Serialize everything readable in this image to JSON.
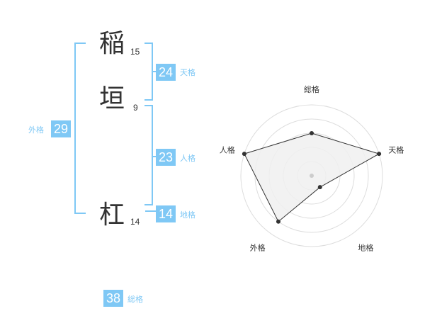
{
  "name": {
    "chars": [
      {
        "char": "稲",
        "strokes": "15"
      },
      {
        "char": "垣",
        "strokes": "9"
      },
      {
        "char": "杠",
        "strokes": "14"
      }
    ]
  },
  "kaku": {
    "tenkaku": {
      "value": "24",
      "label": "天格"
    },
    "jinkaku": {
      "value": "23",
      "label": "人格"
    },
    "chikaku": {
      "value": "14",
      "label": "地格"
    },
    "gaikaku": {
      "value": "29",
      "label": "外格"
    },
    "soukaku": {
      "value": "38",
      "label": "総格"
    }
  },
  "chart_data": {
    "type": "radar",
    "axes": [
      "総格",
      "天格",
      "地格",
      "外格",
      "人格"
    ],
    "values": [
      3,
      5,
      1,
      4,
      5
    ],
    "rmax": 5,
    "grid": true,
    "rings": 5,
    "colors": {
      "accent": "#7fc8f5",
      "fill": "#f0f0f0",
      "ring": "#dddddd",
      "line": "#333333"
    }
  }
}
